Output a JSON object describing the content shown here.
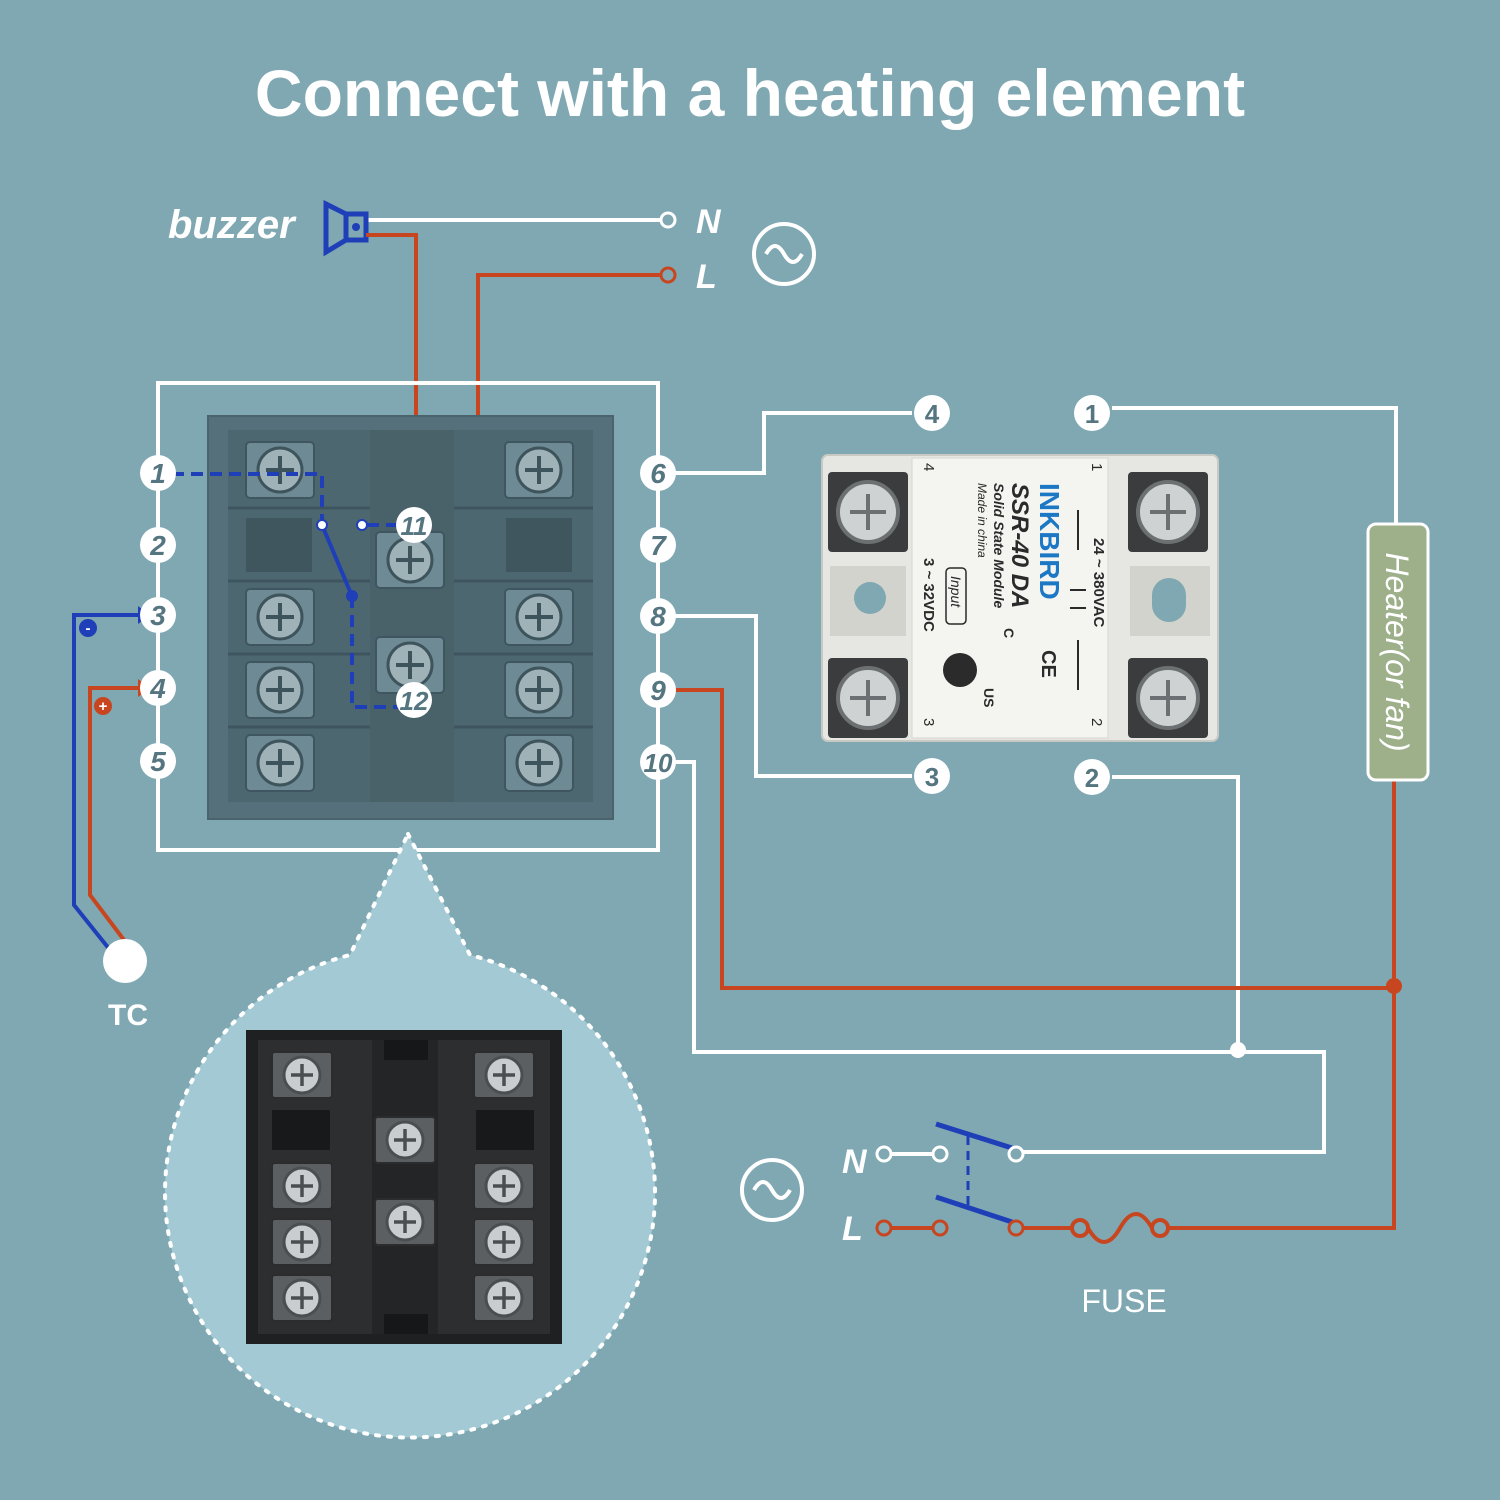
{
  "title": "Connect with a heating element",
  "buzzer_label": "buzzer",
  "supply_top": {
    "neutral": "N",
    "live": "L"
  },
  "supply_bottom": {
    "neutral": "N",
    "live": "L"
  },
  "controller": {
    "left_terminals": [
      "1",
      "2",
      "3",
      "4",
      "5"
    ],
    "right_terminals": [
      "6",
      "7",
      "8",
      "9",
      "10"
    ],
    "relay_terminals": [
      "11",
      "12"
    ],
    "polarity": {
      "negative": "-",
      "positive": "+"
    }
  },
  "thermocouple_label": "TC",
  "ssr": {
    "callouts": [
      "4",
      "1",
      "3",
      "2"
    ],
    "brand": "INKBIRD",
    "model": "SSR-40 DA",
    "subtitle": "Solid State Module",
    "origin": "Made in china",
    "ac_rating": "24 ~ 380VAC",
    "dc_rating": "3 ~ 32VDC",
    "input_label": "Input",
    "terminal_marks": [
      "1",
      "2",
      "3",
      "4"
    ],
    "cert_c": "C",
    "cert_us": "US",
    "cert_ce": "CE"
  },
  "heater_label": "Heater(or fan)",
  "fuse_label": "FUSE",
  "colors": {
    "background": "#7fa8b2",
    "live_wire": "#c8461f",
    "neutral_wire": "#ffffff",
    "sensor_wire": "#1f3fb8",
    "heater_fill": "#9db08a",
    "panel": "#55707a"
  }
}
